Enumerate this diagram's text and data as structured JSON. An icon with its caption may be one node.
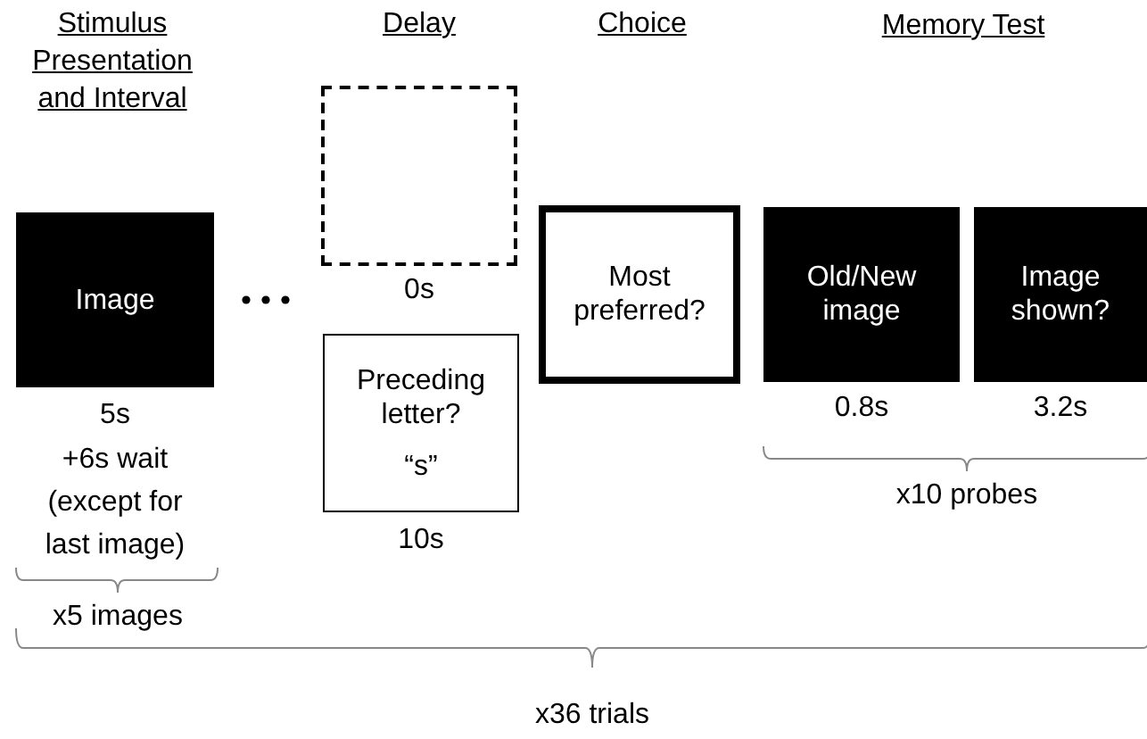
{
  "diagram": {
    "nodes": [
      {
        "text": [
          "Image"
        ],
        "beside": [
          "5s",
          "+6s wait (except for last image)"
        ]
      },
      {
        "text": [],
        "shape": "box",
        "beside": [
          "0s"
        ]
      },
      {
        "text": [
          "Preceding letter?",
          "“s”"
        ],
        "beside": [
          "10s"
        ]
      },
      {
        "text": [
          "Most preferred?"
        ]
      },
      {
        "text": [
          "Old/New image"
        ],
        "beside": [
          "0.8s"
        ]
      },
      {
        "text": [
          "Image shown?"
        ],
        "beside": [
          "3.2s"
        ]
      }
    ],
    "labels": [
      "Stimulus Presentation and Interval",
      "Delay",
      "Choice",
      "Memory Test",
      "x10 probes",
      "x5 images",
      "x36 trials"
    ]
  }
}
